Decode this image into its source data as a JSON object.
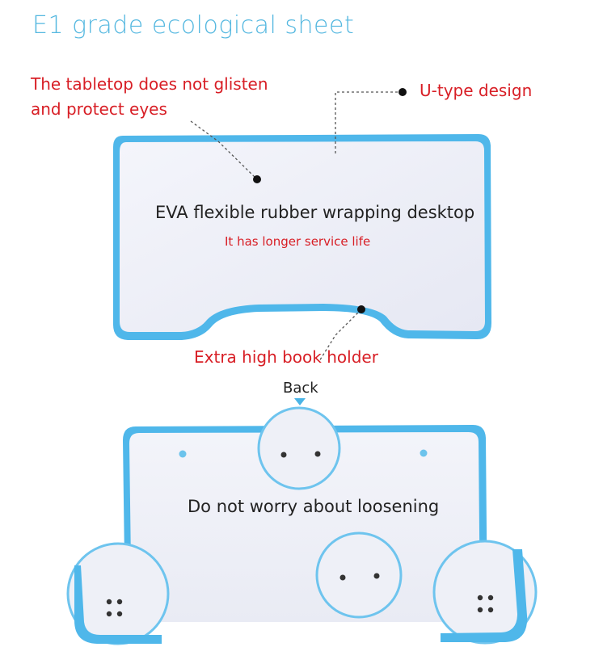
{
  "title": "E1 grade ecological sheet",
  "callouts": {
    "tabletop_line1": "The tabletop does not glisten",
    "tabletop_line2": "and protect eyes",
    "u_type": "U-type design",
    "eva": "EVA flexible rubber wrapping desktop",
    "service_life": "It has longer service life",
    "book_holder": "Extra high book holder"
  },
  "back_label": "Back",
  "loosening": "Do not worry about loosening",
  "colors": {
    "title": "#55b8e0",
    "red_text": "#d81e25",
    "edge_blue": "#4fb7ea",
    "surface": "#eef0f8"
  }
}
